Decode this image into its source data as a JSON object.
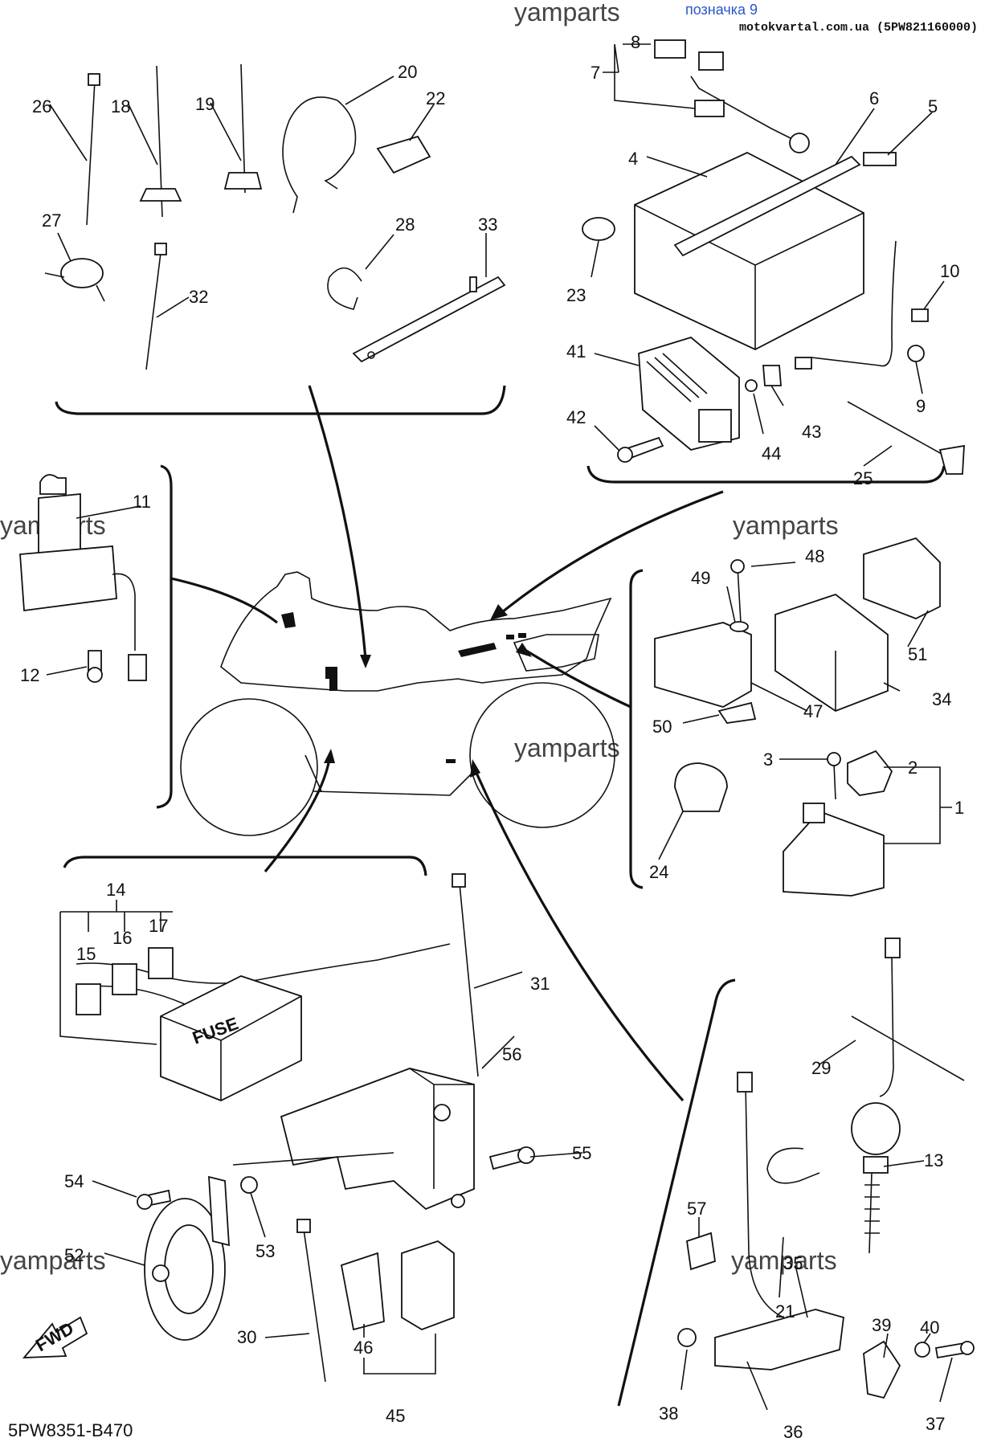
{
  "header": {
    "link_text": "позначка 9",
    "source": "motokvartal.com.ua (5PW821160000)"
  },
  "watermark": "yamparts",
  "diagram_code": "5PW8351-B470",
  "fwd_label": "FWD",
  "fuse_label": "FUSE",
  "callouts": [
    "1",
    "2",
    "3",
    "4",
    "5",
    "6",
    "7",
    "8",
    "9",
    "10",
    "11",
    "12",
    "13",
    "14",
    "15",
    "16",
    "17",
    "18",
    "19",
    "20",
    "21",
    "22",
    "23",
    "24",
    "25",
    "26",
    "27",
    "28",
    "29",
    "30",
    "31",
    "32",
    "33",
    "34",
    "35",
    "36",
    "37",
    "38",
    "39",
    "40",
    "41",
    "42",
    "43",
    "44",
    "45",
    "46",
    "47",
    "48",
    "49",
    "50",
    "51",
    "52",
    "53",
    "54",
    "55",
    "56",
    "57"
  ]
}
